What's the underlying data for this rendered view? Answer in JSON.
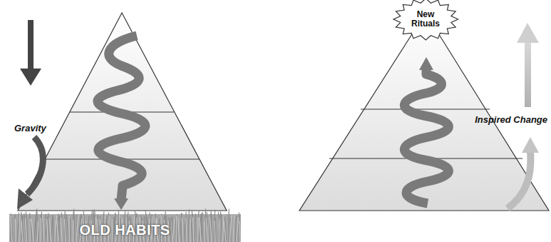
{
  "diagram": {
    "nodes": [
      {
        "text": [
          "OLD HABITS"
        ]
      },
      {
        "text": [
          "New Rituals"
        ]
      }
    ],
    "labels": [
      "Gravity",
      "Inspired Change"
    ]
  }
}
